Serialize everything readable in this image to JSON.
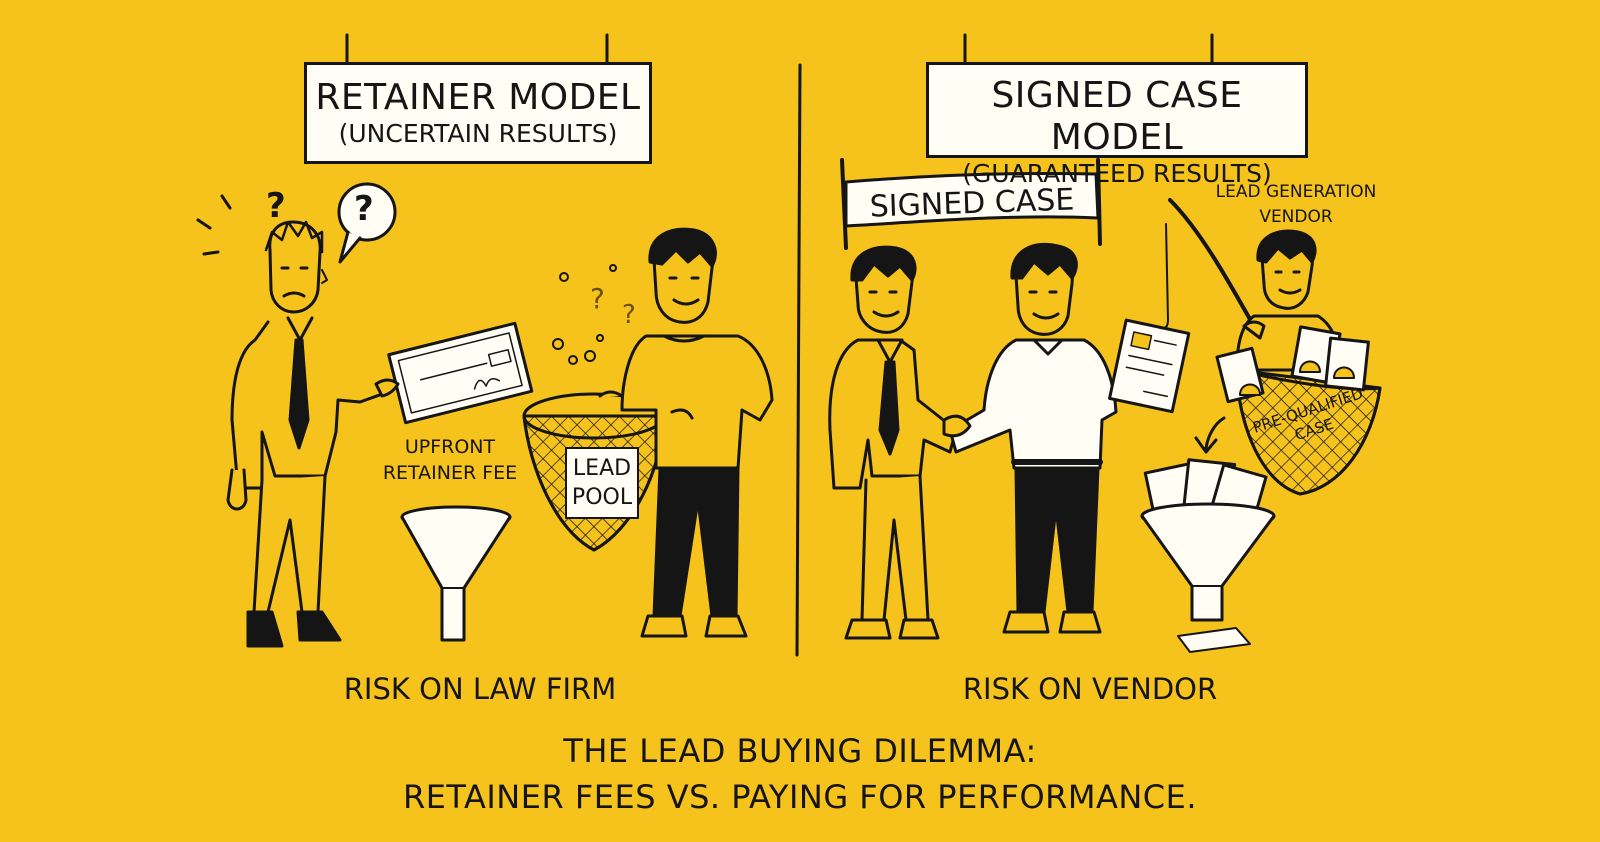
{
  "left_panel": {
    "sign_title": "RETAINER MODEL",
    "sign_subtitle": "(UNCERTAIN RESULTS)",
    "fee_label_line1": "UPFRONT",
    "fee_label_line2": "RETAINER FEE",
    "net_label_line1": "LEAD",
    "net_label_line2": "POOL",
    "risk_label": "RISK ON LAW FIRM",
    "thought_marks": [
      "?",
      "?"
    ],
    "falling_marks": [
      "?",
      "?"
    ]
  },
  "right_panel": {
    "sign_title": "SIGNED CASE MODEL",
    "sign_subtitle": "(GUARANTEED RESULTS)",
    "banner_label": "SIGNED CASE",
    "vendor_label_line1": "LEAD GENERATION",
    "vendor_label_line2": "VENDOR",
    "net_label_line1": "PRE-QUALIFIED",
    "net_label_line2": "CASE",
    "risk_label": "RISK ON VENDOR"
  },
  "caption": {
    "line1": "THE LEAD BUYING DILEMMA:",
    "line2": "RETAINER FEES VS. PAYING FOR PERFORMANCE."
  },
  "colors": {
    "background": "#f6c21c",
    "ink": "#151515",
    "paper": "#fffdf4"
  }
}
